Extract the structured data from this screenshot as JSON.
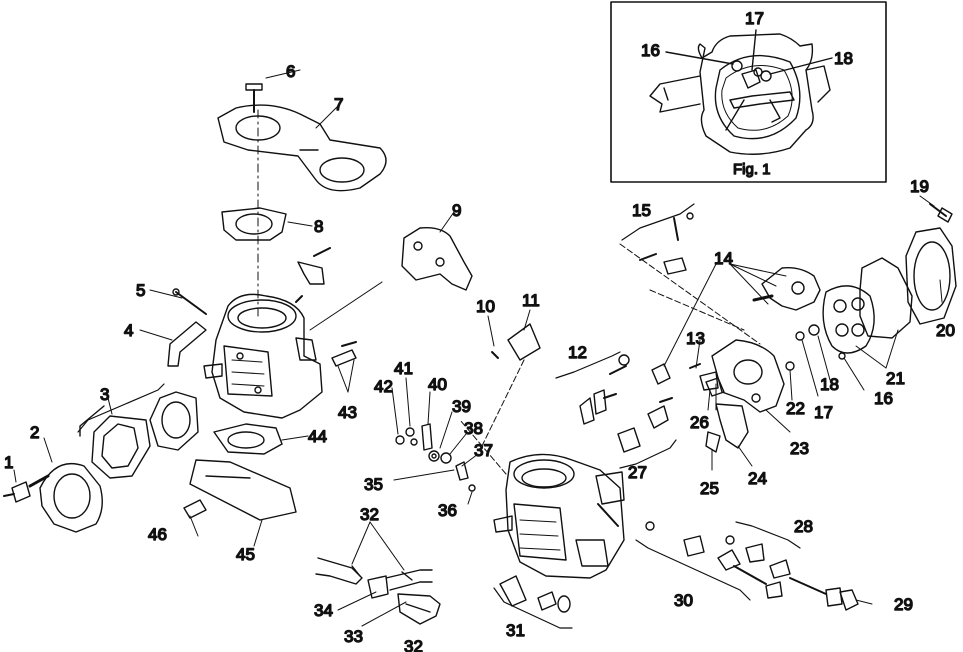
{
  "diagram": {
    "type": "exploded-parts-view",
    "inset_caption": "Fig. 1",
    "callouts": [
      {
        "id": "c1",
        "text": "1"
      },
      {
        "id": "c2",
        "text": "2"
      },
      {
        "id": "c3",
        "text": "3"
      },
      {
        "id": "c4",
        "text": "4"
      },
      {
        "id": "c5",
        "text": "5"
      },
      {
        "id": "c6",
        "text": "6"
      },
      {
        "id": "c7",
        "text": "7"
      },
      {
        "id": "c8",
        "text": "8"
      },
      {
        "id": "c9",
        "text": "9"
      },
      {
        "id": "c10",
        "text": "10"
      },
      {
        "id": "c11",
        "text": "11"
      },
      {
        "id": "c12",
        "text": "12"
      },
      {
        "id": "c13",
        "text": "13"
      },
      {
        "id": "c14",
        "text": "14"
      },
      {
        "id": "c15",
        "text": "15"
      },
      {
        "id": "c16a",
        "text": "16"
      },
      {
        "id": "c16b",
        "text": "16"
      },
      {
        "id": "c17a",
        "text": "17"
      },
      {
        "id": "c17b",
        "text": "17"
      },
      {
        "id": "c18a",
        "text": "18"
      },
      {
        "id": "c18b",
        "text": "18"
      },
      {
        "id": "c19",
        "text": "19"
      },
      {
        "id": "c20",
        "text": "20"
      },
      {
        "id": "c21",
        "text": "21"
      },
      {
        "id": "c22",
        "text": "22"
      },
      {
        "id": "c23",
        "text": "23"
      },
      {
        "id": "c24",
        "text": "24"
      },
      {
        "id": "c25",
        "text": "25"
      },
      {
        "id": "c26",
        "text": "26"
      },
      {
        "id": "c27",
        "text": "27"
      },
      {
        "id": "c28",
        "text": "28"
      },
      {
        "id": "c29",
        "text": "29"
      },
      {
        "id": "c30",
        "text": "30"
      },
      {
        "id": "c31",
        "text": "31"
      },
      {
        "id": "c32a",
        "text": "32"
      },
      {
        "id": "c32b",
        "text": "32"
      },
      {
        "id": "c33",
        "text": "33"
      },
      {
        "id": "c34",
        "text": "34"
      },
      {
        "id": "c35",
        "text": "35"
      },
      {
        "id": "c36",
        "text": "36"
      },
      {
        "id": "c37",
        "text": "37"
      },
      {
        "id": "c38",
        "text": "38"
      },
      {
        "id": "c39",
        "text": "39"
      },
      {
        "id": "c40",
        "text": "40"
      },
      {
        "id": "c41",
        "text": "41"
      },
      {
        "id": "c42",
        "text": "42"
      },
      {
        "id": "c43",
        "text": "43"
      },
      {
        "id": "c44",
        "text": "44"
      },
      {
        "id": "c45",
        "text": "45"
      },
      {
        "id": "c46",
        "text": "46"
      }
    ]
  }
}
